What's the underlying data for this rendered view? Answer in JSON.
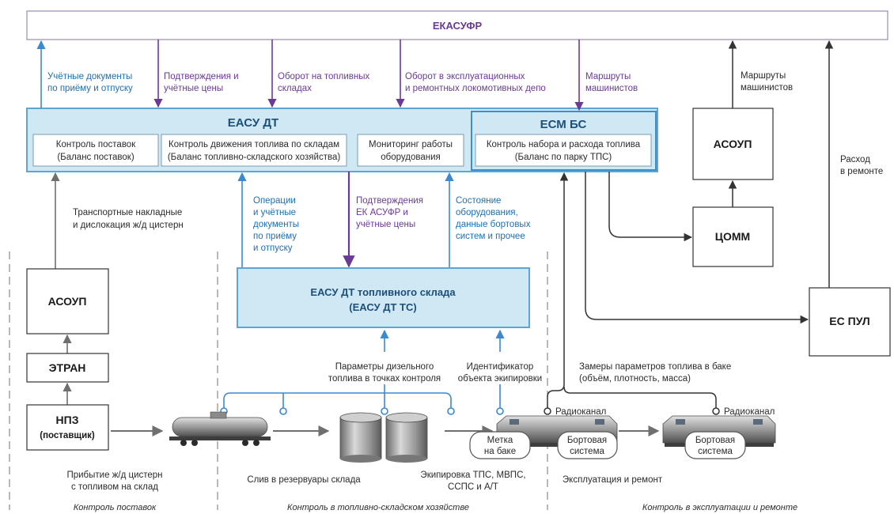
{
  "colors": {
    "purple": "#6b3a95",
    "blue": "#3a8ad0",
    "light_blue_fill": "#cfe8f4",
    "light_blue_stroke": "#5aa6d6",
    "gray": "#6f6f6f",
    "box_stroke": "#333333"
  },
  "top": {
    "title": "ЕКАСУФР"
  },
  "upper_labels": {
    "docs_l1": "Учётные документы",
    "docs_l2": "по приёму и отпуску",
    "confirm_l1": "Подтверждения и",
    "confirm_l2": "учётные цены",
    "turnover_l1": "Оборот на топливных",
    "turnover_l2": "складах",
    "depot_l1": "Оборот в эксплуатационных",
    "depot_l2": "и ремонтных локомотивных депо",
    "routes_l1": "Маршруты",
    "routes_l2": "машинистов",
    "routes2_l1": "Маршруты",
    "routes2_l2": "машинистов",
    "repair_l1": "Расход",
    "repair_l2": "в ремонте"
  },
  "easu": {
    "title": "ЕАСУ ДТ",
    "sub1_l1": "Контроль поставок",
    "sub1_l2": "(Баланс поставок)",
    "sub2_l1": "Контроль движения топлива по складам",
    "sub2_l2": "(Баланс топливно-складского хозяйства)",
    "sub3_l1": "Мониторинг работы",
    "sub3_l2": "оборудования"
  },
  "esm": {
    "title": "ЕСМ БС",
    "sub_l1": "Контроль набора и расхода топлива",
    "sub_l2": "(Баланс по парку ТПС)"
  },
  "mid_labels": {
    "transport_l1": "Транспортные накладные",
    "transport_l2": "и дислокация ж/д цистерн",
    "ops_l1": "Операции",
    "ops_l2": "и учётные",
    "ops_l3": "документы",
    "ops_l4": "по приёму",
    "ops_l5": "и отпуску",
    "conf_l1": "Подтверждения",
    "conf_l2": "ЕК АСУФР и",
    "conf_l3": "учётные цены",
    "state_l1": "Состояние",
    "state_l2": "оборудования,",
    "state_l3": "данные бортовых",
    "state_l4": "систем и прочее"
  },
  "boxes": {
    "asoup_right": "АСОУП",
    "comm": "ЦОММ",
    "es_pul": "ЕС ПУЛ",
    "asoup_left": "АСОУП",
    "etran": "ЭТРАН",
    "npz_l1": "НПЗ",
    "npz_l2": "(поставщик)",
    "ts_l1": "ЕАСУ ДТ топливного склада",
    "ts_l2": "(ЕАСУ ДТ ТС)"
  },
  "bottom_labels": {
    "params_l1": "Параметры дизельного",
    "params_l2": "топлива в точках контроля",
    "ident_l1": "Идентификатор",
    "ident_l2": "объекта экипировки",
    "meas_l1": "Замеры параметров топлива в баке",
    "meas_l2": "(объём, плотность, масса)",
    "radio1": "Радиоканал",
    "radio2": "Радиоканал",
    "tag_l1": "Метка",
    "tag_l2": "на баке",
    "onboard1_l1": "Бортовая",
    "onboard1_l2": "система",
    "onboard2_l1": "Бортовая",
    "onboard2_l2": "система",
    "arrival_l1": "Прибытие ж/д цистерн",
    "arrival_l2": "с топливом на склад",
    "drain": "Слив в резервуары склада",
    "equip_l1": "Экипировка ТПС, МВПС,",
    "equip_l2": "ССПС и А/Т",
    "operation": "Эксплуатация и ремонт"
  },
  "sections": {
    "supply": "Контроль поставок",
    "warehouse": "Контроль в топливно-складском хозяйстве",
    "operation": "Контроль в эксплуатации и ремонте"
  }
}
